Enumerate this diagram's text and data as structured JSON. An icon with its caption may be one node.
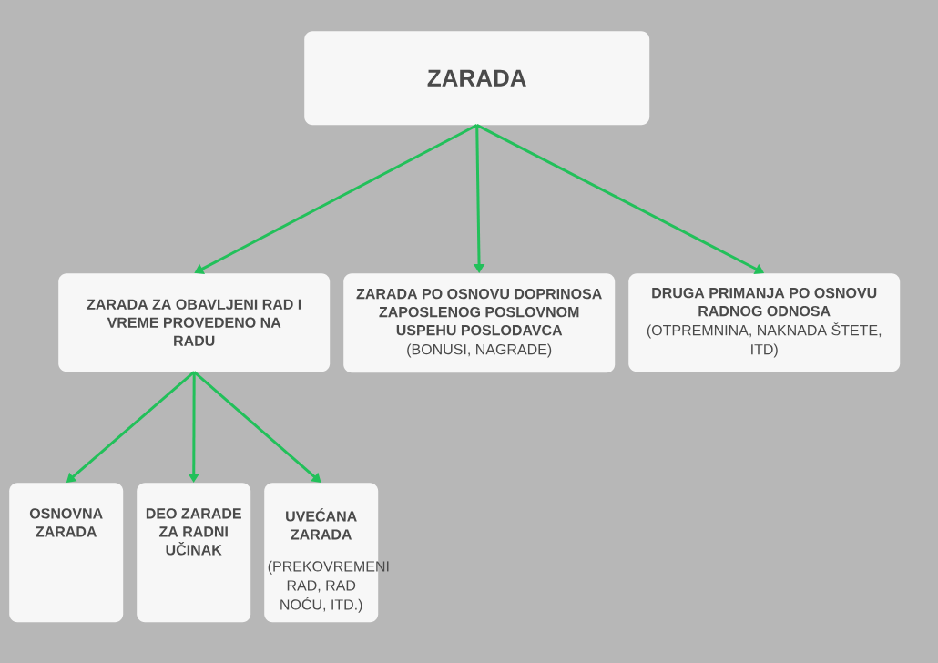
{
  "diagram": {
    "nodes": [
      {
        "text": [
          "ZARADA"
        ]
      },
      {
        "text": [
          "ZARADA ZA OBAVLJENI RAD I VREME PROVEDENO NA RADU"
        ]
      },
      {
        "text": [
          "ZARADA PO OSNOVU DOPRINOSA ZAPOSLENOG POSLOVNOM USPEHU POSLODAVCA",
          "(BONUSI, NAGRADE)"
        ]
      },
      {
        "text": [
          "DRUGA PRIMANJA PO OSNOVU RADNOG ODNOSA",
          "(OTPREMNINA, NAKNADA ŠTETE, ITD)"
        ]
      },
      {
        "text": [
          "OSNOVNA ZARADA"
        ]
      },
      {
        "text": [
          "DEO ZARADE ZA RADNI UČINAK"
        ]
      },
      {
        "text": [
          "UVEĆANA ZARADA",
          "(PREKOVREMENI RAD, RAD NOĆU, ITD.)"
        ]
      }
    ],
    "edges": [
      {
        "from": 0,
        "to": 1,
        "arrow": "to"
      },
      {
        "from": 0,
        "to": 2,
        "arrow": "to"
      },
      {
        "from": 0,
        "to": 3,
        "arrow": "to"
      },
      {
        "from": 1,
        "to": 4,
        "arrow": "to"
      },
      {
        "from": 1,
        "to": 5,
        "arrow": "to"
      },
      {
        "from": 1,
        "to": 6,
        "arrow": "to"
      }
    ]
  }
}
